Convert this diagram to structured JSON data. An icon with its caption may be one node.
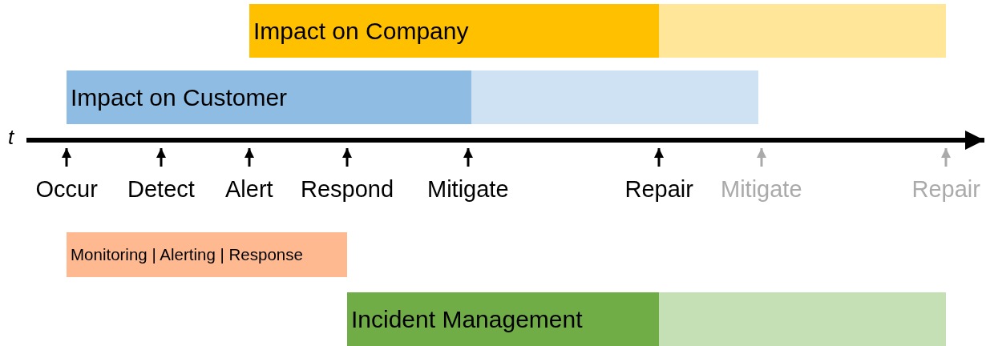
{
  "diagram": {
    "nodes": [
      {
        "text": [
          "Impact on Company"
        ]
      },
      {
        "text": [],
        "shape": "bar"
      },
      {
        "text": [
          "Impact on Customer"
        ]
      },
      {
        "text": [],
        "shape": "bar"
      },
      {
        "text": [
          "Monitoring | Alerting | Response"
        ]
      },
      {
        "text": [
          "Incident Management"
        ]
      },
      {
        "text": [],
        "shape": "bar"
      }
    ],
    "labels": [
      "t",
      "Occur",
      "Detect",
      "Alert",
      "Respond",
      "Mitigate",
      "Repair",
      "Mitigate",
      "Repair"
    ]
  }
}
